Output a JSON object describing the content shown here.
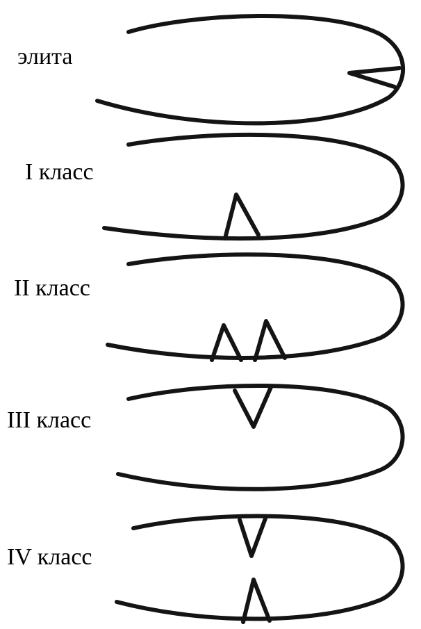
{
  "figure": {
    "ink_color": "#141414",
    "background_color": "#ffffff",
    "rows": [
      {
        "label": "элита",
        "notch": "tip-of-curl"
      },
      {
        "label": "I класс",
        "notch": "one-bottom"
      },
      {
        "label": "II класс",
        "notch": "two-bottom"
      },
      {
        "label": "III класс",
        "notch": "one-top"
      },
      {
        "label": "IV класс",
        "notch": "top-and-bottom"
      }
    ]
  }
}
